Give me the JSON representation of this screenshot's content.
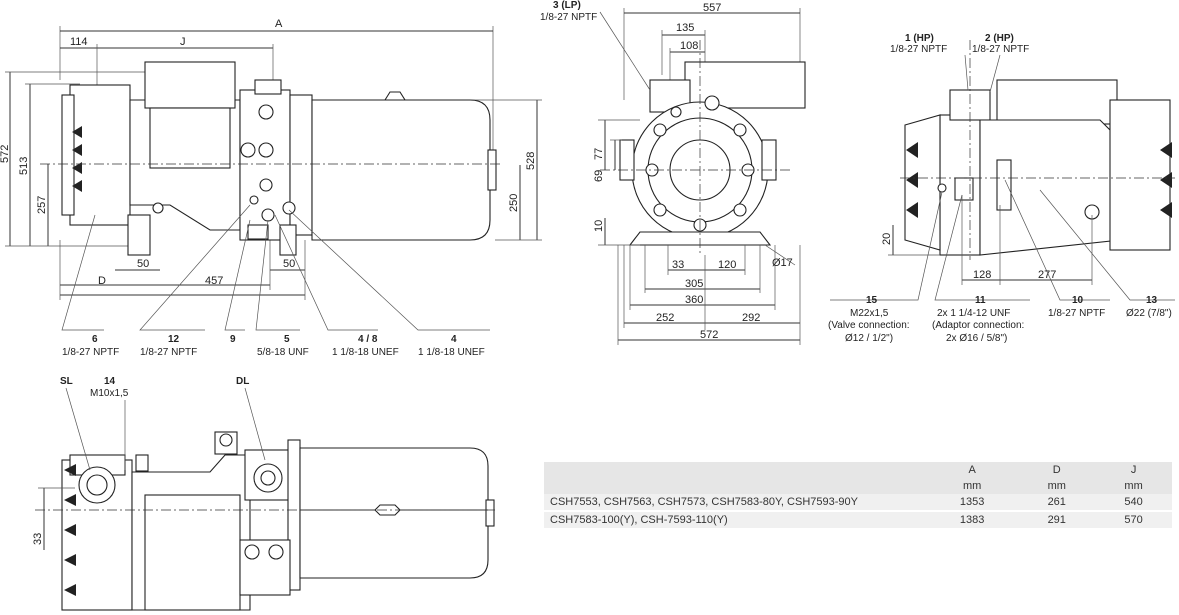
{
  "dims": {
    "A": "A",
    "J": "J",
    "D": "D",
    "d114": "114",
    "d572": "572",
    "d513": "513",
    "d257": "257",
    "d528": "528",
    "d250": "250",
    "d50a": "50",
    "d50b": "50",
    "d457": "457",
    "d557": "557",
    "d135": "135",
    "d108": "108",
    "d77": "77",
    "d69": "69",
    "d10": "10",
    "d33a": "33",
    "d120": "120",
    "d305": "305",
    "d360": "360",
    "d252": "252",
    "d292": "292",
    "d572b": "572",
    "d17": "Ø17",
    "d20": "20",
    "d128": "128",
    "d277": "277",
    "d33b": "33"
  },
  "labels": {
    "c3_num": "3 (LP)",
    "c3_spec": "1/8-27 NPTF",
    "c1_num": "1 (HP)",
    "c1_spec": "1/8-27 NPTF",
    "c2_num": "2 (HP)",
    "c2_spec": "1/8-27 NPTF",
    "c6_num": "6",
    "c6_spec": "1/8-27 NPTF",
    "c12_num": "12",
    "c12_spec": "1/8-27 NPTF",
    "c9_num": "9",
    "c5_num": "5",
    "c5_spec": "5/8-18 UNF",
    "c48_num": "4 / 8",
    "c48_spec": "1 1/8-18 UNEF",
    "c4_num": "4",
    "c4_spec": "1 1/8-18 UNEF",
    "c15_num": "15",
    "c15_l1": "M22x1,5",
    "c15_l2": "(Valve connection:",
    "c15_l3": "Ø12 / 1/2\")",
    "c11_num": "11",
    "c11_l1": "2x 1 1/4-12 UNF",
    "c11_l2": "(Adaptor connection:",
    "c11_l3": "2x Ø16 / 5/8\")",
    "c10_num": "10",
    "c10_spec": "1/8-27 NPTF",
    "c13_num": "13",
    "c13_spec": "Ø22 (7/8\")",
    "sl": "SL",
    "c14_num": "14",
    "c14_spec": "M10x1,5",
    "dl": "DL"
  },
  "table": {
    "headers": [
      "",
      "A",
      "D",
      "J"
    ],
    "units": [
      "",
      "mm",
      "mm",
      "mm"
    ],
    "rows": [
      {
        "model": "CSH7553, CSH7563, CSH7573, CSH7583-80Y, CSH7593-90Y",
        "A": "1353",
        "D": "261",
        "J": "540"
      },
      {
        "model": "CSH7583-100(Y), CSH-7593-110(Y)",
        "A": "1383",
        "D": "291",
        "J": "570"
      }
    ]
  }
}
